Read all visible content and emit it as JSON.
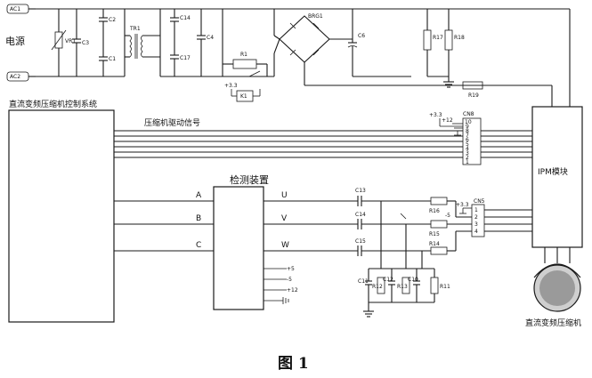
{
  "figure_caption": "图 1",
  "power": {
    "label": "电源",
    "ac_top": "AC1",
    "ac_bottom": "AC2",
    "varistor": "VR1",
    "c3": "C3",
    "c2": "C2",
    "c1": "C1",
    "transformer": "TR1",
    "c14": "C14",
    "c17": "C17",
    "c4": "C4",
    "r1": "R1",
    "k1": "K1",
    "v33": "+3.3",
    "bridge": "BRG1",
    "c6": "C6",
    "r17": "R17",
    "r18": "R18",
    "r19": "R19"
  },
  "control_system": {
    "label": "直流变频压缩机控制系统"
  },
  "drive_signal": {
    "label": "压缩机驱动信号"
  },
  "cn8": {
    "label": "CN8",
    "pins": [
      "10",
      "9",
      "8",
      "7",
      "6",
      "5",
      "4",
      "3",
      "2",
      "1"
    ],
    "v33": "+3.3",
    "v12": "+12"
  },
  "ipm": {
    "label": "IPM模块"
  },
  "detector": {
    "label": "检测装置",
    "inputs": [
      "A",
      "B",
      "C"
    ],
    "outputs": [
      "U",
      "V",
      "W"
    ],
    "supply": [
      "+5",
      "-5",
      "+12",
      ""
    ]
  },
  "sense": {
    "caps": [
      "C13",
      "C14",
      "C15"
    ],
    "resistors": [
      "R16",
      "R15",
      "R14"
    ],
    "lower_parts": [
      "C11",
      "R12",
      "C12",
      "R13",
      "C10",
      "R11"
    ],
    "cn5": "CN5",
    "cn5_pins": [
      "1",
      "2",
      "3",
      "4"
    ],
    "v33": "+3.3",
    "v5": "-5"
  },
  "motor": {
    "label": "直流变频压缩机"
  }
}
